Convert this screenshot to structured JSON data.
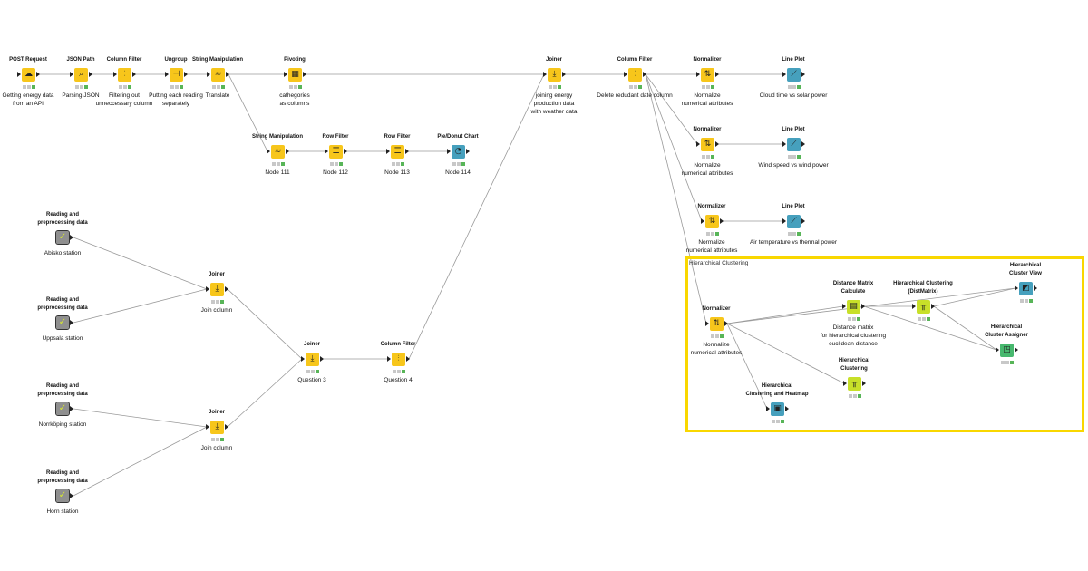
{
  "workflow": {
    "annotation": "Hierarchical Clustering",
    "colors": {
      "manipulator": "#f7c61b",
      "metanode": "#8f8f8f",
      "view": "#46a0bd",
      "mining": "#c8e029",
      "predictor": "#47b86e",
      "annotation_border": "#f9d700"
    },
    "nodes": [
      {
        "id": "post",
        "title": "POST Request",
        "label": "Getting energy data\nfrom an API",
        "icon": "cloud-icon"
      },
      {
        "id": "jsonpath",
        "title": "JSON Path",
        "label": "Parsing JSON",
        "icon": "magnifier-icon"
      },
      {
        "id": "colfilter1",
        "title": "Column Filter",
        "label": "Filtering out\nunneccessary column",
        "icon": "column-filter-icon"
      },
      {
        "id": "ungroup",
        "title": "Ungroup",
        "label": "Putting each reading\nseparately",
        "icon": "ungroup-icon"
      },
      {
        "id": "strmanip1",
        "title": "String Manipulation",
        "label": "Translate",
        "icon": "string-icon"
      },
      {
        "id": "pivoting",
        "title": "Pivoting",
        "label": "cathegories\nas columns",
        "icon": "pivot-icon"
      },
      {
        "id": "strmanip2",
        "title": "String Manipulation",
        "label": "Node 111",
        "icon": "string-icon"
      },
      {
        "id": "rowfilter1",
        "title": "Row Filter",
        "label": "Node 112",
        "icon": "row-filter-icon"
      },
      {
        "id": "rowfilter2",
        "title": "Row Filter",
        "label": "Node 113",
        "icon": "row-filter-icon"
      },
      {
        "id": "pie",
        "title": "Pie/Donut Chart",
        "label": "Node 114",
        "icon": "pie-chart-icon"
      },
      {
        "id": "joiner1",
        "title": "Joiner",
        "label": "joining energy\nproduction data\nwith weather data",
        "icon": "joiner-icon"
      },
      {
        "id": "colfilter2",
        "title": "Column Filter",
        "label": "Delete redudant date column",
        "icon": "column-filter-icon"
      },
      {
        "id": "norm1",
        "title": "Normalizer",
        "label": "Normalize\nnumerical attributes",
        "icon": "normalizer-icon"
      },
      {
        "id": "norm2",
        "title": "Normalizer",
        "label": "Normalize\nnumerical attributes",
        "icon": "normalizer-icon"
      },
      {
        "id": "norm3",
        "title": "Normalizer",
        "label": "Normalize\nnumerical attributes",
        "icon": "normalizer-icon"
      },
      {
        "id": "norm4",
        "title": "Normalizer",
        "label": "Normalize\nnumerical attributes",
        "icon": "normalizer-icon"
      },
      {
        "id": "lineplot1",
        "title": "Line Plot",
        "label": "Cloud time vs solar power",
        "icon": "line-plot-icon"
      },
      {
        "id": "lineplot2",
        "title": "Line Plot",
        "label": "Wind speed vs wind power",
        "icon": "line-plot-icon"
      },
      {
        "id": "lineplot3",
        "title": "Line Plot",
        "label": "Air temperature vs thermal power",
        "icon": "line-plot-icon"
      },
      {
        "id": "abisko",
        "title": "Reading and\npreprocessing data",
        "label": "Abisko station",
        "icon": "metanode-icon"
      },
      {
        "id": "uppsala",
        "title": "Reading and\npreprocessing data",
        "label": "Uppsala station",
        "icon": "metanode-icon"
      },
      {
        "id": "norrkoping",
        "title": "Reading and\npreprocessing data",
        "label": "Norrköping station",
        "icon": "metanode-icon"
      },
      {
        "id": "horn",
        "title": "Reading and\npreprocessing data",
        "label": "Horn station",
        "icon": "metanode-icon"
      },
      {
        "id": "joiner2",
        "title": "Joiner",
        "label": "Join column",
        "icon": "joiner-icon"
      },
      {
        "id": "joiner3",
        "title": "Joiner",
        "label": "Join column",
        "icon": "joiner-icon"
      },
      {
        "id": "joiner4",
        "title": "Joiner",
        "label": "Question 3",
        "icon": "joiner-icon"
      },
      {
        "id": "colfilter3",
        "title": "Column Filter",
        "label": "Question 4",
        "icon": "column-filter-icon"
      },
      {
        "id": "distmatrix",
        "title": "Distance Matrix\nCalculate",
        "label": "Distance matrix\nfor hierarchical clustering\neuclidean distance",
        "icon": "distance-matrix-icon"
      },
      {
        "id": "hcdist",
        "title": "Hierarchical Clustering\n(DistMatrix)",
        "label": "",
        "icon": "dendrogram-icon"
      },
      {
        "id": "hcview",
        "title": "Hierarchical\nCluster View",
        "label": "",
        "icon": "cluster-view-icon"
      },
      {
        "id": "hcassign",
        "title": "Hierarchical\nCluster Assigner",
        "label": "",
        "icon": "cluster-assigner-icon"
      },
      {
        "id": "hc",
        "title": "Hierarchical\nClustering",
        "label": "",
        "icon": "dendrogram-icon"
      },
      {
        "id": "hcheatmap",
        "title": "Hierarchical\nClustering and Heatmap",
        "label": "",
        "icon": "heatmap-icon"
      }
    ]
  }
}
